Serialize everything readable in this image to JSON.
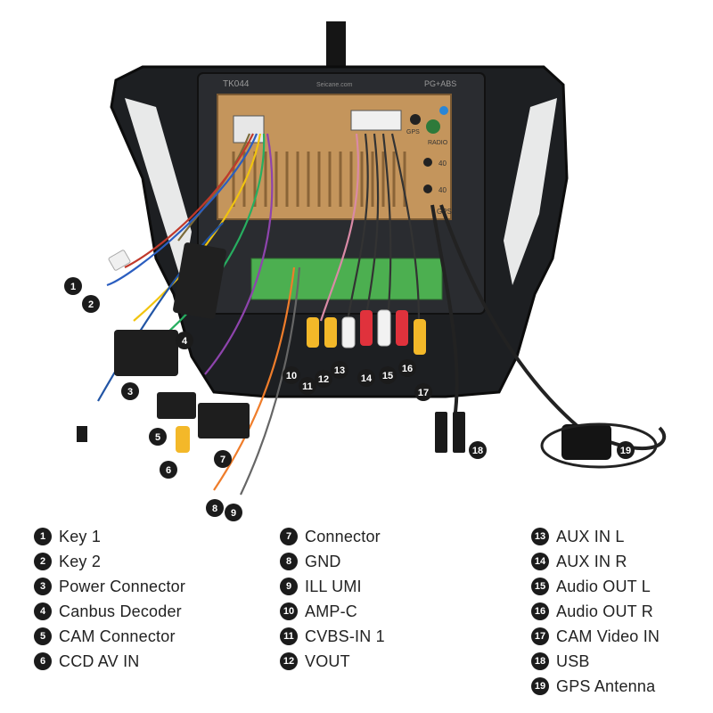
{
  "unit": {
    "top_left_mark": "TK044",
    "top_mid_mark": "Seicane.com",
    "top_right_mark": "PG+ABS",
    "port_gps": "GPS",
    "port_radio": "RADIO",
    "port_40a": "40",
    "port_40b": "40",
    "port_gps2": "GPS"
  },
  "legend": {
    "column1": [
      {
        "num": "1",
        "label": "Key 1"
      },
      {
        "num": "2",
        "label": "Key 2"
      },
      {
        "num": "3",
        "label": "Power Connector"
      },
      {
        "num": "4",
        "label": "Canbus Decoder"
      },
      {
        "num": "5",
        "label": "CAM Connector"
      },
      {
        "num": "6",
        "label": "CCD AV IN"
      }
    ],
    "column2": [
      {
        "num": "7",
        "label": "Connector"
      },
      {
        "num": "8",
        "label": "GND"
      },
      {
        "num": "9",
        "label": "ILL UMI"
      },
      {
        "num": "10",
        "label": "AMP-C"
      },
      {
        "num": "11",
        "label": "CVBS-IN 1"
      },
      {
        "num": "12",
        "label": "VOUT"
      }
    ],
    "column3": [
      {
        "num": "13",
        "label": "AUX IN L"
      },
      {
        "num": "14",
        "label": "AUX IN R"
      },
      {
        "num": "15",
        "label": "Audio OUT L"
      },
      {
        "num": "16",
        "label": "Audio OUT R"
      },
      {
        "num": "17",
        "label": "CAM Video IN"
      },
      {
        "num": "18",
        "label": "USB"
      },
      {
        "num": "19",
        "label": "GPS Antenna"
      }
    ]
  },
  "callouts": [
    "1",
    "2",
    "3",
    "4",
    "5",
    "6",
    "7",
    "8",
    "9",
    "10",
    "11",
    "12",
    "13",
    "14",
    "15",
    "16",
    "17",
    "18",
    "19"
  ]
}
